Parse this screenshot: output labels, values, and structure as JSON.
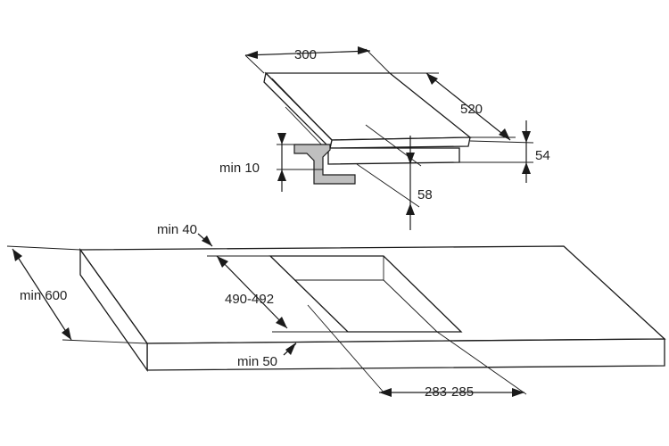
{
  "diagram": {
    "colors": {
      "line": "#1a1a1a",
      "bracket_fill": "#bfbfbf",
      "background": "#ffffff"
    },
    "hob": {
      "width_label": "300",
      "depth_label": "520",
      "thickness_label": "54",
      "depth_under_label": "58",
      "min_gap_label": "min 10"
    },
    "worktop": {
      "min_back_label": "min 40",
      "min_depth_label": "min 600",
      "cutout_depth_label": "490-492",
      "min_front_label": "min 50",
      "cutout_width_label": "283-285"
    }
  }
}
